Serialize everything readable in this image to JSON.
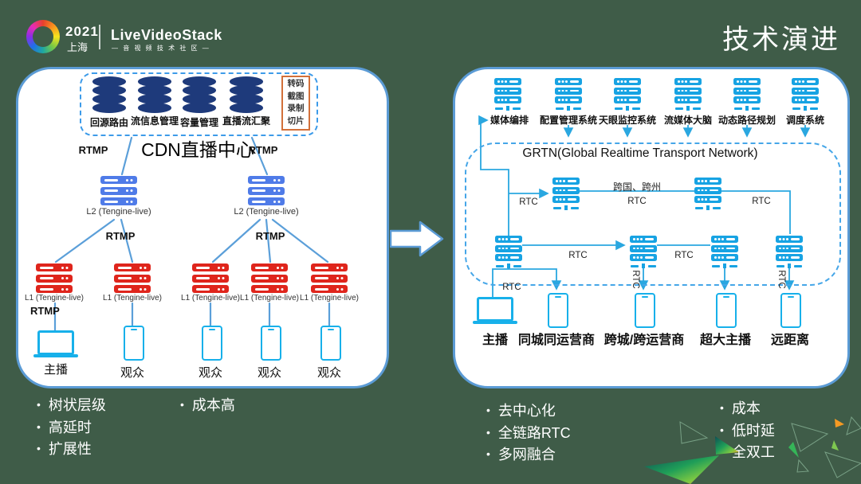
{
  "header": {
    "year": "2021",
    "city": "上海",
    "brand": "LiveVideoStack",
    "brand_sub": "— 音 视 频 技 术 社 区 —",
    "title": "技术演进"
  },
  "left_panel": {
    "hub_title": "CDN直播中心",
    "db_nodes": [
      "回源路由",
      "流信息管理",
      "容量管理",
      "直播流汇聚"
    ],
    "side_box": [
      "转码",
      "截图",
      "录制",
      "切片"
    ],
    "rtmp_label": "RTMP",
    "l2_label": "L2 (Tengine-live)",
    "l1_label": "L1 (Tengine-live)",
    "anchor_label": "主播",
    "viewer_label": "观众"
  },
  "right_panel": {
    "systems": [
      "媒体编排",
      "配置管理系统",
      "天眼监控系统",
      "流媒体大脑",
      "动态路径规划",
      "调度系统"
    ],
    "grtn_title": "GRTN(Global Realtime Transport Network)",
    "cross_region_label": "跨国、跨州",
    "rtc_label": "RTC",
    "endpoints": [
      "主播",
      "同城同运营商",
      "跨城/跨运营商",
      "超大主播",
      "远距离"
    ]
  },
  "notes": {
    "left": {
      "col1": [
        "树状层级",
        "高延时",
        "扩展性"
      ],
      "col2": [
        "成本高"
      ]
    },
    "right": {
      "col1": [
        "去中心化",
        "全链路RTC",
        "多网融合"
      ],
      "col2": [
        "成本",
        "低时延",
        "全双工"
      ]
    }
  },
  "colors": {
    "background": "#3f5c48",
    "panel_border": "#5b9bd5",
    "dashed_border": "#3d9be9",
    "db_navy": "#1e3a7b",
    "l2_blue": "#4f7be8",
    "l1_red": "#df251c",
    "cyan": "#17a3e3",
    "orange_box_border": "#d2703a"
  }
}
